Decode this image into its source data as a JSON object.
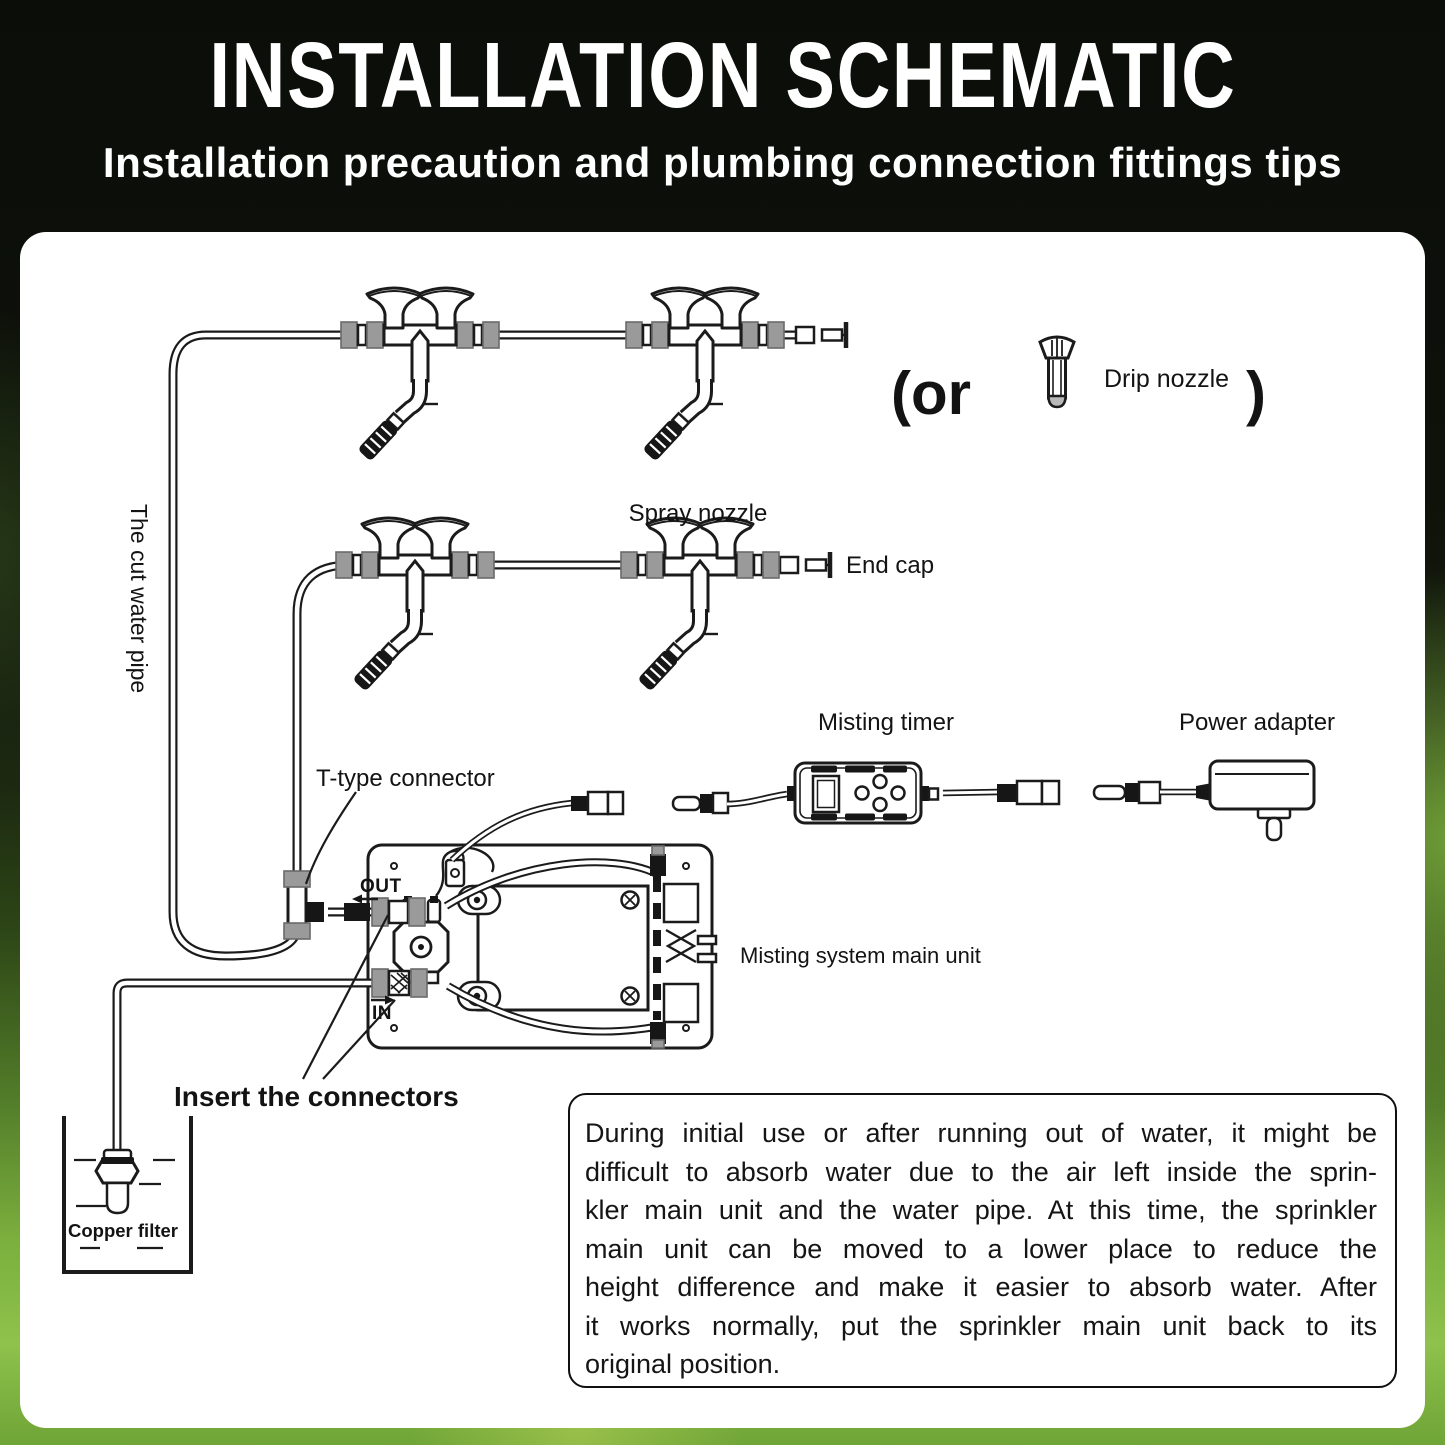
{
  "header": {
    "title": "INSTALLATION SCHEMATIC",
    "subtitle": "Installation precaution and plumbing connection fittings tips"
  },
  "diagram": {
    "or_prefix": "(or",
    "or_suffix": ")",
    "labels": {
      "drip_nozzle": "Drip nozzle",
      "spray_nozzle": "Spray nozzle",
      "end_cap": "End cap",
      "cut_water_pipe": "The cut water pipe",
      "t_type_connector": "T-type connector",
      "misting_timer": "Misting timer",
      "power_adapter": "Power adapter",
      "main_unit": "Misting system main unit",
      "insert_connectors": "Insert the connectors",
      "copper_filter": "Copper filter",
      "out_port": "OUT",
      "in_port": "IN"
    }
  },
  "note": {
    "lines": [
      "During initial use or after running out of water, it might be",
      "difficult to absorb water due to the air left inside the sprin-",
      "kler main unit and the water pipe. At this time, the sprinkler",
      "main unit can be moved to a lower place to reduce the",
      "height difference and make it easier to absorb water. After",
      "it works normally, put the sprinkler main unit back to its",
      "original position."
    ]
  },
  "colors": {
    "panel": "#ffffff",
    "linework": "#1b1b1b",
    "fitting_gray": "#9a9a9a",
    "nozzle_black": "#161616",
    "grass_green": "#7cb03e",
    "title_text": "#ffffff"
  }
}
